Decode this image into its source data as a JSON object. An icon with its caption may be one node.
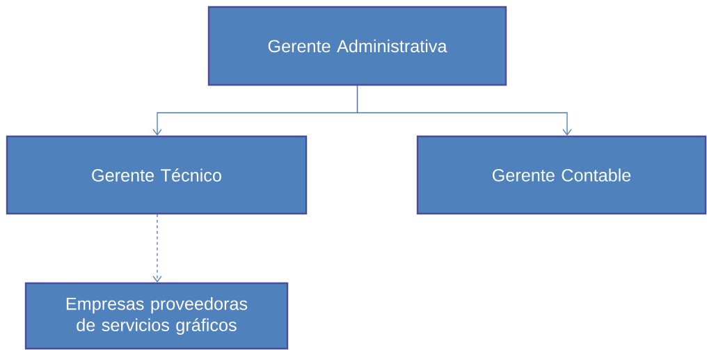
{
  "diagram": {
    "nodes": [
      {
        "text": [
          "Gerente Administrativa"
        ]
      },
      {
        "text": [
          "Gerente Técnico"
        ]
      },
      {
        "text": [
          "Gerente Contable"
        ]
      },
      {
        "text": [
          "Empresas proveedoras de servicios gráficos"
        ]
      }
    ],
    "edges": [
      {
        "from": 0,
        "to": 1,
        "arrow": "to"
      },
      {
        "from": 0,
        "to": 2,
        "arrow": "to"
      },
      {
        "from": 1,
        "to": 3,
        "arrow": "to",
        "style": "dashed"
      }
    ]
  }
}
